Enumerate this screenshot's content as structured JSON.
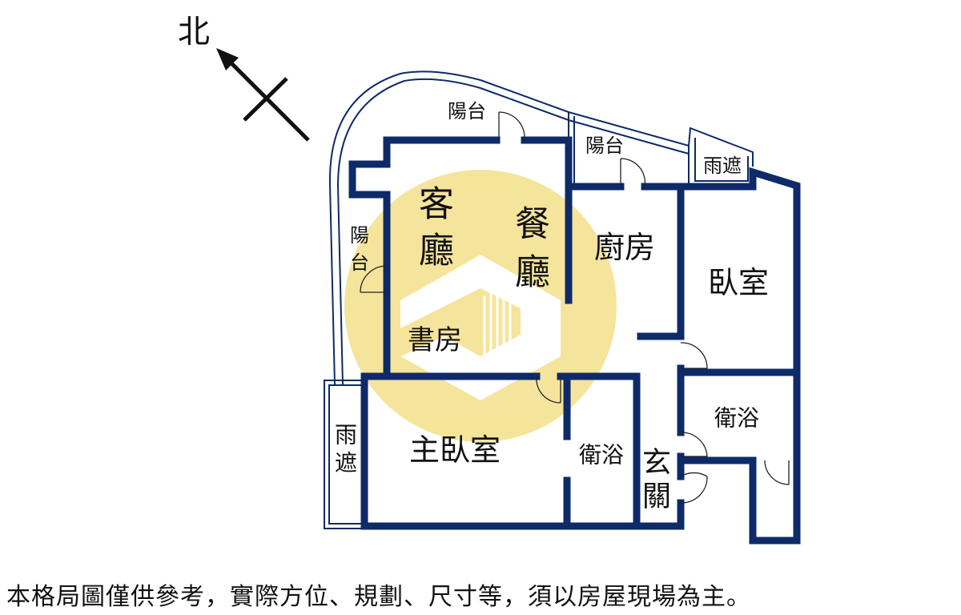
{
  "compass": {
    "north_label": "北"
  },
  "rooms": {
    "balcony_top": "陽台",
    "balcony_kitchen": "陽台",
    "rain_shield_top": "雨遮",
    "balcony_left_1": "陽",
    "balcony_left_2": "台",
    "living_1": "客",
    "living_2": "廳",
    "dining_1": "餐",
    "dining_2": "廳",
    "kitchen": "廚房",
    "bedroom": "臥室",
    "study": "書房",
    "bath_right": "衛浴",
    "master_bedroom": "主臥室",
    "bath_master": "衛浴",
    "entrance_1": "玄",
    "entrance_2": "關",
    "rain_shield_left_1": "雨",
    "rain_shield_left_2": "遮"
  },
  "colors": {
    "wall": "#0e2a68",
    "watermark": "#f2dc7a"
  },
  "footer": "本格局圖僅供參考，實際方位、規劃、尺寸等，須以房屋現場為主。"
}
